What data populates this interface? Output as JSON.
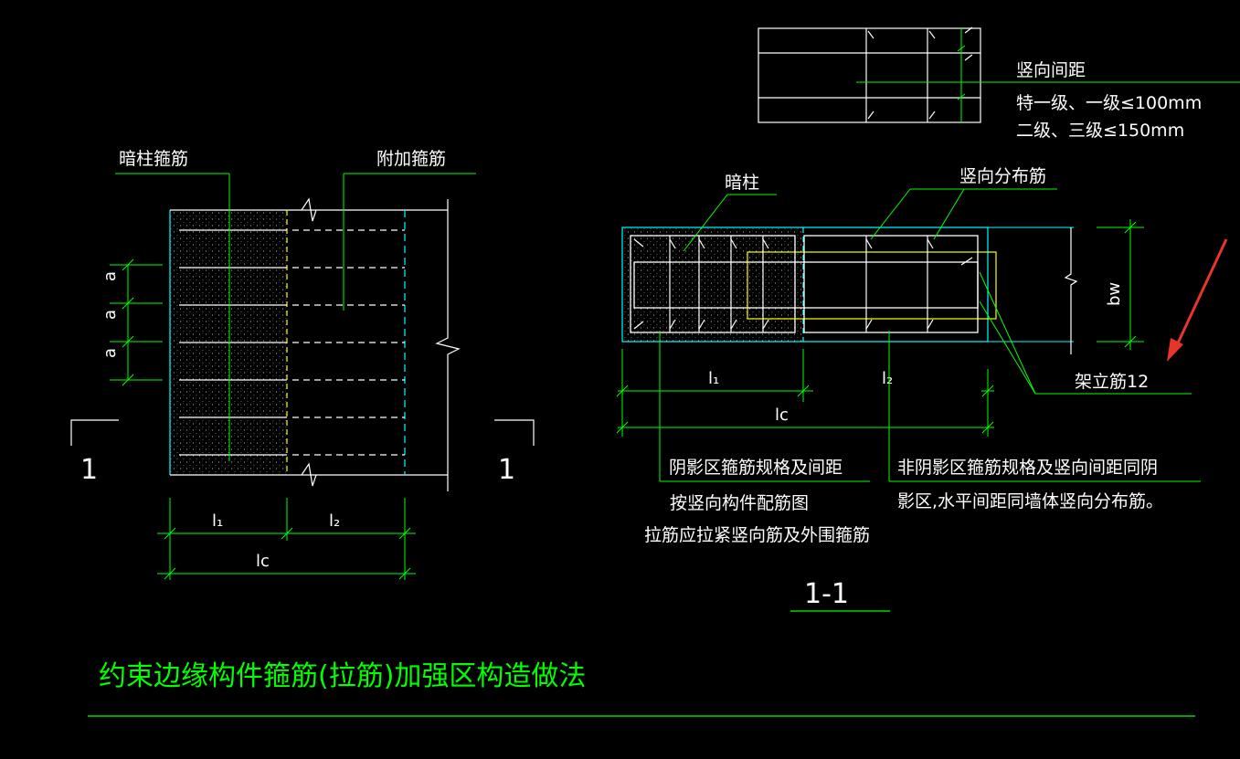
{
  "colors": {
    "background": "#000000",
    "dim_line": "#00ff00",
    "text": "#ffffff",
    "title": "#00ff00",
    "concrete_edge": "#00ffff",
    "stirrup": "#ffffff",
    "extra_hoop": "#ffff00",
    "arrow": "#e8352b"
  },
  "top_detail": {
    "label": "竖向间距",
    "line1": "特一级、一级≤100mm",
    "line2": "二级、三级≤150mm"
  },
  "left_elevation": {
    "label_concealed_column_stirrup": "暗柱箍筋",
    "label_additional_stirrup": "附加箍筋",
    "spacing_label": "a",
    "dim_l1": "l₁",
    "dim_l2": "l₂",
    "dim_lc": "lc",
    "section_mark_left": "1",
    "section_mark_right": "1"
  },
  "section_view": {
    "label_concealed_column": "暗柱",
    "label_vertical_bars": "竖向分布筋",
    "label_erection_bar": "架立筋12",
    "dim_bw": "bw",
    "dim_l1": "l₁",
    "dim_l2": "l₂",
    "dim_lc": "lc",
    "note_shaded_1": "阴影区箍筋规格及间距",
    "note_shaded_2": "按竖向构件配筋图",
    "note_shaded_3": "拉筋应拉紧竖向筋及外围箍筋",
    "note_unshaded_1": "非阴影区箍筋规格及竖向间距同阴",
    "note_unshaded_2": "影区,水平间距同墙体竖向分布筋。",
    "section_title": "1-1"
  },
  "main_title": "约束边缘构件箍筋(拉筋)加强区构造做法"
}
